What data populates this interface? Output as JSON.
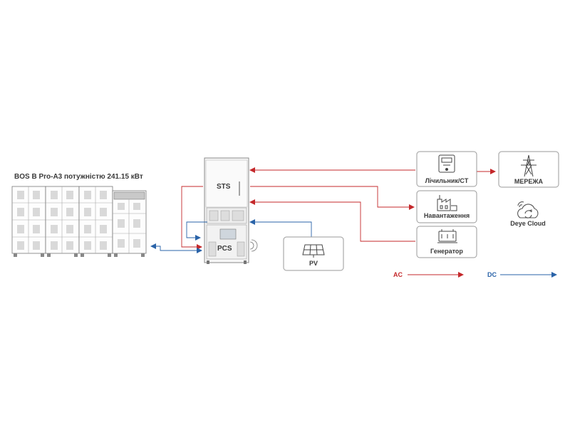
{
  "battery_title": "BOS B Pro-A3 потужністю 241.15 кВт",
  "cabinet": {
    "sts_label": "STS",
    "pcs_label": "PCS"
  },
  "nodes": {
    "meter": "Лічильник/CT",
    "load": "Навантаження",
    "generator": "Генератор",
    "grid": "МЕРЕЖА",
    "cloud": "Deye Cloud",
    "pv": "PV"
  },
  "legend": {
    "ac": "AC",
    "dc": "DC"
  },
  "colors": {
    "ac": "#c4282b",
    "dc": "#2a63a8",
    "border": "#9a9a9a",
    "text": "#3a3a3a"
  },
  "icons": {
    "meter": "electric-meter-icon",
    "load": "factory-icon",
    "generator": "generator-icon",
    "grid": "power-tower-icon",
    "cloud": "cloud-sync-icon",
    "pv": "solar-panel-icon"
  }
}
